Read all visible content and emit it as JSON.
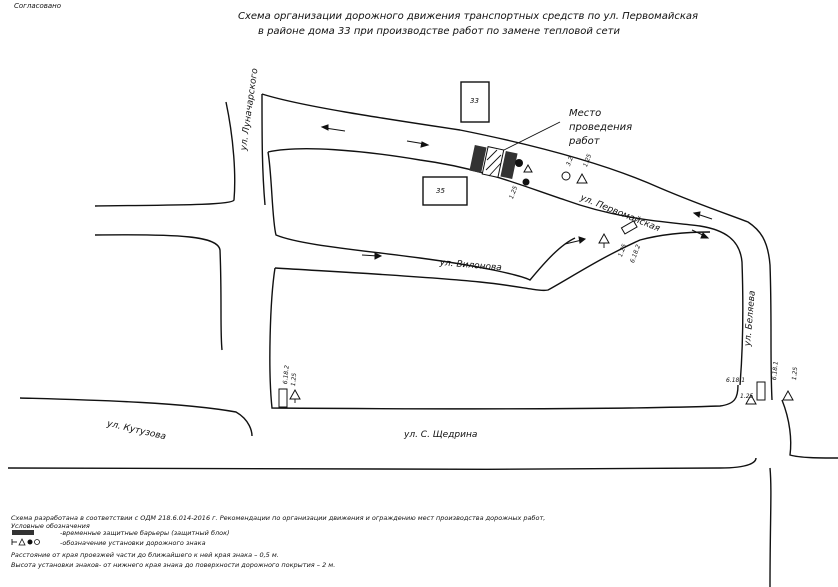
{
  "stamp": "Согласовано",
  "title_line1": "Схема организации дорожного движения транспортных средств по ул. Первомайская",
  "title_line2": "в районе дома 33 при производстве работ по замене тепловой сети",
  "streets": {
    "lunacharskogo": "ул. Луначарского",
    "pervomaiskaya": "ул. Первомайская",
    "vilonova": "ул. Вилонова",
    "belyaeva": "ул. Беляева",
    "kutuzova": "ул. Кутузова",
    "shchedrina": "ул. С. Щедрина"
  },
  "buildings": {
    "b33": "33",
    "b35": "35"
  },
  "work_area_label": [
    "Место",
    "проведения",
    "работ"
  ],
  "sign_codes": {
    "s125": "1.25",
    "s32": "3.2",
    "s6182": "6.18.2",
    "s6181": "6.18.1"
  },
  "notes": {
    "line1": "Схема разработана в соответствии с ОДМ 218.6.014-2016 г. Рекомендации по организации движения и ограждению мест производства дорожных работ,",
    "legend_title": "Условные обозначения",
    "legend_barrier": "-временные защитные барьеры (защитный блок)",
    "legend_signs": "-обозначение установки дорожного знака",
    "distance": "Расстояние от края проезжей части до ближайшего к ней края знака – 0,5 м.",
    "height": "Высота установки знаков- от нижнего края знака до поверхности дорожного покрытия – 2 м."
  }
}
